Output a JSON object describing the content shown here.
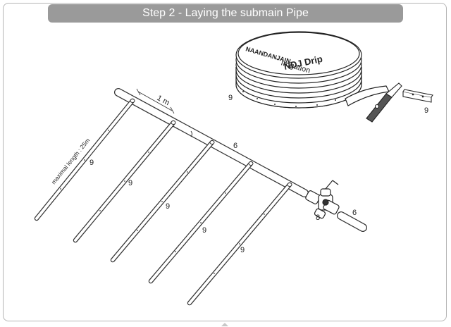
{
  "header": {
    "title": "Step 2 - Laying the submain Pipe"
  },
  "labels": {
    "spacing": "1 m",
    "max_length": "maximal length : 25m",
    "drip_line": "9",
    "submain": "6",
    "connector": "8"
  },
  "reel": {
    "brand": "NAANDANJAIN",
    "sub": "Irrigation",
    "product": "NDJ Drip"
  }
}
